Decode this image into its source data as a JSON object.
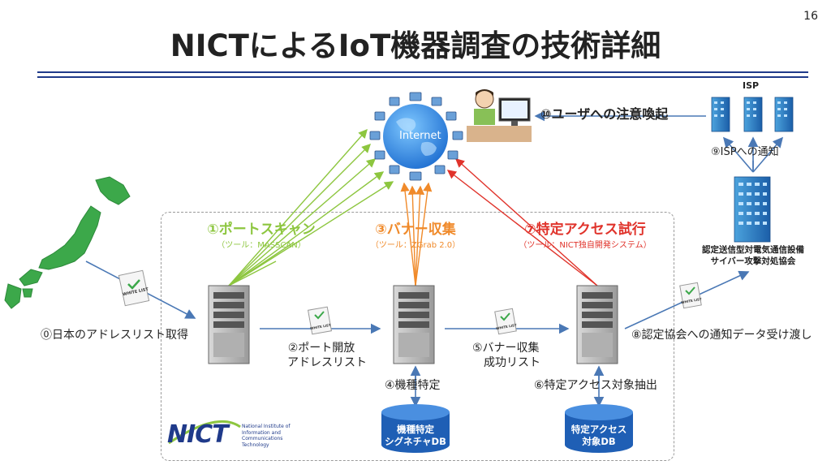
{
  "page_number": "16",
  "title": "NICTによるIoT機器調査の技術詳細",
  "internet_label": "Internet",
  "isp_label": "ISP",
  "steps": {
    "s0": "⓪日本のアドレスリスト取得",
    "s1": "①ポートスキャン",
    "s1_tool": "（ツール：MASSCAN）",
    "s2_line1": "②ポート開放",
    "s2_line2": "アドレスリスト",
    "s3": "③バナー収集",
    "s3_tool": "（ツール：ZGrab 2.0）",
    "s4": "④機種特定",
    "s5_line1": "⑤バナー収集",
    "s5_line2": "成功リスト",
    "s6": "⑥特定アクセス対象抽出",
    "s7": "⑦特定アクセス試行",
    "s7_tool": "（ツール：NICT独自開発システム）",
    "s8": "⑧認定協会への通知データ受け渡し",
    "s9": "⑨ISPへの通知",
    "s10": "⑩ユーザへの注意喚起"
  },
  "databases": {
    "db1_line1": "機種特定",
    "db1_line2": "シグネチャDB",
    "db2_line1": "特定アクセス",
    "db2_line2": "対象DB"
  },
  "council": {
    "line1": "認定送信型対電気通信設備",
    "line2": "サイバー攻撃対処協会"
  },
  "white_list_label": "WHITE LIST",
  "nict": {
    "logo": "NICT",
    "org_line1": "National Institute of",
    "org_line2": "Information and",
    "org_line3": "Communications",
    "org_line4": "Technology"
  },
  "colors": {
    "green": "#8dc63f",
    "orange": "#f08a2a",
    "red": "#e0332b",
    "blue_arrow": "#4a78b5",
    "navy": "#1f3a8a"
  }
}
